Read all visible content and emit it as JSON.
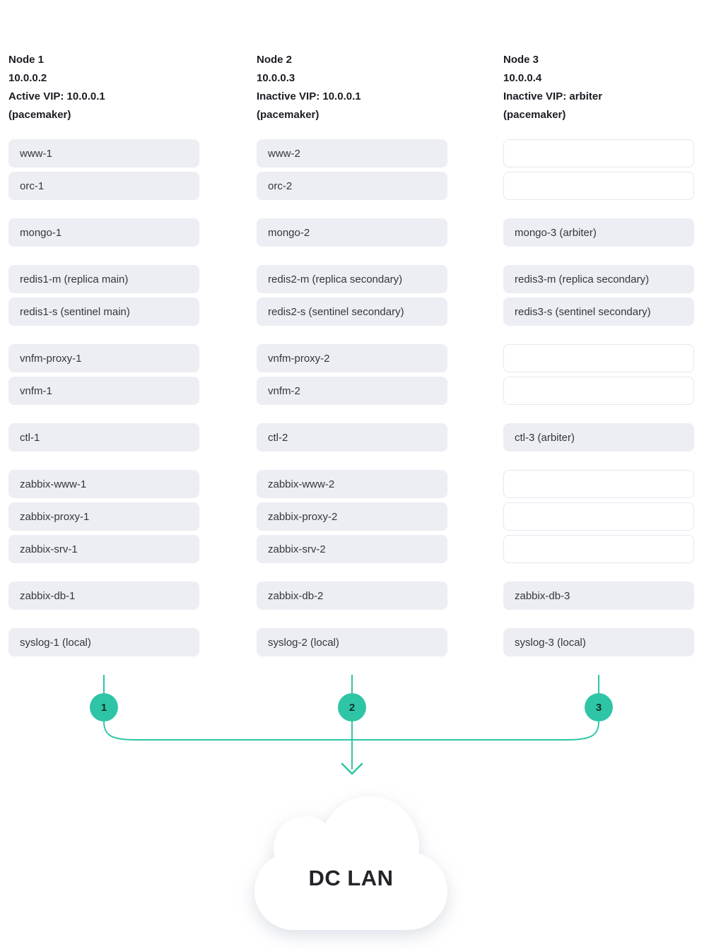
{
  "diagram": {
    "colors": {
      "accent": "#2ec5a6",
      "box_fill": "#eceef3",
      "box_border": "#e3e7ef",
      "heading_text": "#1c1c24",
      "box_text": "#35363d",
      "circle_text": "#14312a",
      "cloud_fill": "#ffffff"
    },
    "cloud_label": "DC LAN",
    "nodes": [
      {
        "title": "Node 1",
        "ip": "10.0.0.2",
        "vip": "Active VIP: 10.0.0.1",
        "cluster": "(pacemaker)",
        "connector": "1",
        "groups": [
          [
            {
              "label": "www-1",
              "filled": true
            },
            {
              "label": "orc-1",
              "filled": true
            }
          ],
          [
            {
              "label": "mongo-1",
              "filled": true
            }
          ],
          [
            {
              "label": "redis1-m (replica main)",
              "filled": true
            },
            {
              "label": "redis1-s (sentinel main)",
              "filled": true
            }
          ],
          [
            {
              "label": "vnfm-proxy-1",
              "filled": true
            },
            {
              "label": "vnfm-1",
              "filled": true
            }
          ],
          [
            {
              "label": "ctl-1",
              "filled": true
            }
          ],
          [
            {
              "label": "zabbix-www-1",
              "filled": true
            },
            {
              "label": "zabbix-proxy-1",
              "filled": true
            },
            {
              "label": "zabbix-srv-1",
              "filled": true
            }
          ],
          [
            {
              "label": "zabbix-db-1",
              "filled": true
            }
          ],
          [
            {
              "label": "syslog-1 (local)",
              "filled": true
            }
          ]
        ]
      },
      {
        "title": "Node 2",
        "ip": "10.0.0.3",
        "vip": "Inactive VIP: 10.0.0.1",
        "cluster": "(pacemaker)",
        "connector": "2",
        "groups": [
          [
            {
              "label": "www-2",
              "filled": true
            },
            {
              "label": "orc-2",
              "filled": true
            }
          ],
          [
            {
              "label": "mongo-2",
              "filled": true
            }
          ],
          [
            {
              "label": "redis2-m (replica secondary)",
              "filled": true
            },
            {
              "label": "redis2-s (sentinel secondary)",
              "filled": true
            }
          ],
          [
            {
              "label": "vnfm-proxy-2",
              "filled": true
            },
            {
              "label": "vnfm-2",
              "filled": true
            }
          ],
          [
            {
              "label": "ctl-2",
              "filled": true
            }
          ],
          [
            {
              "label": "zabbix-www-2",
              "filled": true
            },
            {
              "label": "zabbix-proxy-2",
              "filled": true
            },
            {
              "label": "zabbix-srv-2",
              "filled": true
            }
          ],
          [
            {
              "label": "zabbix-db-2",
              "filled": true
            }
          ],
          [
            {
              "label": "syslog-2 (local)",
              "filled": true
            }
          ]
        ]
      },
      {
        "title": "Node 3",
        "ip": "10.0.0.4",
        "vip": "Inactive VIP: arbiter",
        "cluster": "(pacemaker)",
        "connector": "3",
        "groups": [
          [
            {
              "label": "",
              "filled": false
            },
            {
              "label": "",
              "filled": false
            }
          ],
          [
            {
              "label": "mongo-3 (arbiter)",
              "filled": true
            }
          ],
          [
            {
              "label": "redis3-m (replica secondary)",
              "filled": true
            },
            {
              "label": "redis3-s (sentinel secondary)",
              "filled": true
            }
          ],
          [
            {
              "label": "",
              "filled": false
            },
            {
              "label": "",
              "filled": false
            }
          ],
          [
            {
              "label": "ctl-3 (arbiter)",
              "filled": true
            }
          ],
          [
            {
              "label": "",
              "filled": false
            },
            {
              "label": "",
              "filled": false
            },
            {
              "label": "",
              "filled": false
            }
          ],
          [
            {
              "label": "zabbix-db-3",
              "filled": true
            }
          ],
          [
            {
              "label": "syslog-3 (local)",
              "filled": true
            }
          ]
        ]
      }
    ]
  }
}
